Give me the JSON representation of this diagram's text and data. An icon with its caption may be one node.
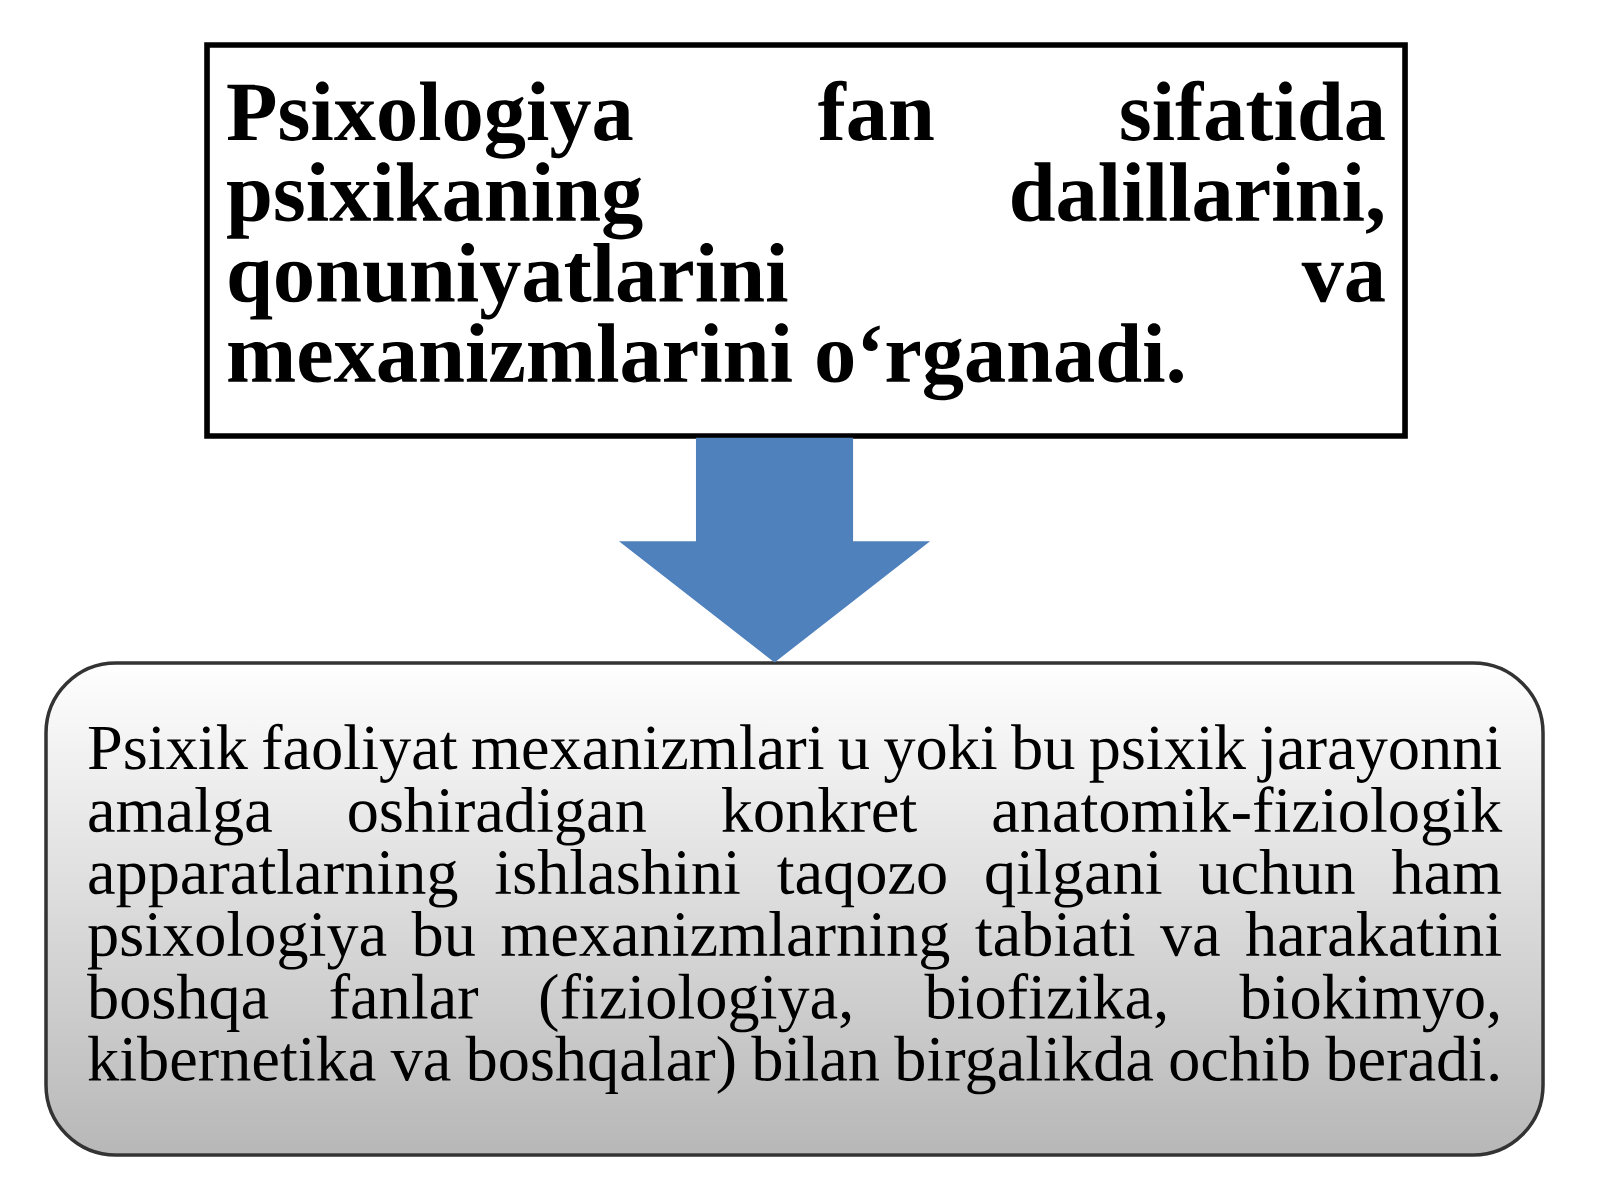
{
  "diagram": {
    "nodes": [
      {
        "text": [
          "Psixologiya fan sifatida psixikaning dalillarini, qonuniyatlarini va mexanizmlarini o‘rganadi."
        ]
      },
      {
        "text": [
          "Psixik faoliyat mexanizmlari u yoki bu psixik jarayonni amalga oshiradigan konkret anatomik-fiziologik apparatlarning ishlashini taqozo qilgani uchun ham psixologiya bu mexanizmlarning tabiati va harakatini boshqa fanlar (fiziologiya, biofizika, biokimyo, kibernetika va boshqalar) bilan birgalikda ochib beradi."
        ]
      }
    ],
    "edges": [
      {
        "from": 0,
        "to": 1,
        "arrow": "to",
        "style": "thick",
        "color": "#4f81bd"
      }
    ]
  }
}
